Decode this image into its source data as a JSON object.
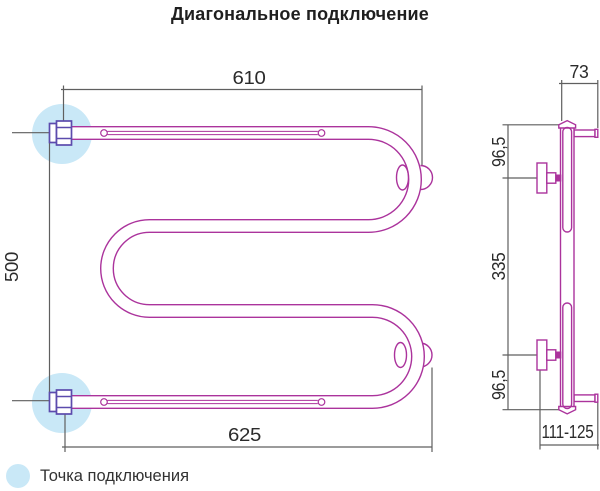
{
  "title": "Диагональное подключение",
  "colors": {
    "pipe": "#ab339c",
    "fitting": "#5c4bad",
    "highlight": "#c9e8f7",
    "dimension": "#5f5f5f",
    "text": "#2b2b2b"
  },
  "front_view": {
    "description": "S-shaped towel rail, front projection",
    "dimensions": {
      "width_top": "610",
      "height_left": "500",
      "width_bottom": "625"
    }
  },
  "side_view": {
    "description": "Side projection with wall brackets",
    "dimensions": {
      "depth_top": "73",
      "offset_top": "96,5",
      "bracket_span": "335",
      "offset_bottom": "96,5",
      "wall_distance": "111-125"
    }
  },
  "legend": {
    "label": "Точка подключения"
  }
}
